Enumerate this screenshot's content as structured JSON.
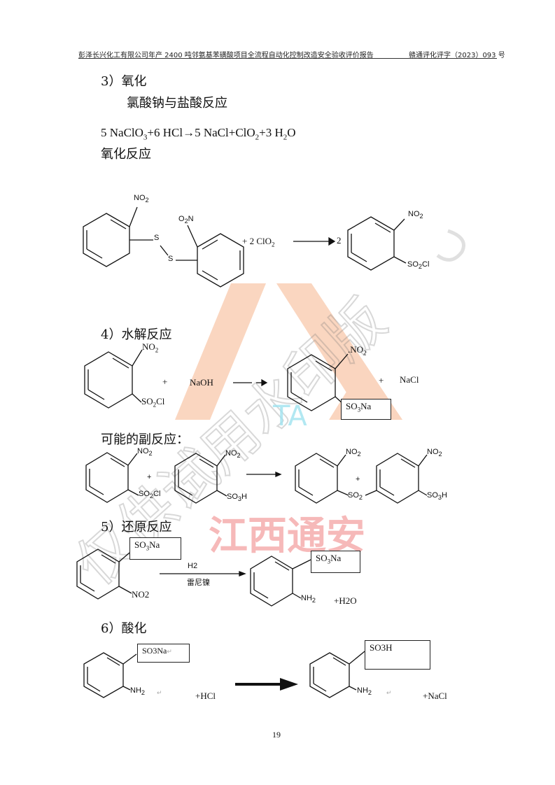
{
  "header": {
    "left": "彭泽长兴化工有限公司年产 2400 吨邻氨基苯磺酸项目全流程自动化控制改造安全验收评价报告",
    "right": "赣通评化评字（2023）093 号"
  },
  "sections": {
    "s3_title": "3）氧化",
    "s3_sub": "氯酸钠与盐酸反应",
    "s3_label": "氧化反应",
    "s4_title": "4）水解反应",
    "side_title": "可能的副反应：",
    "s5_title": "5）还原反应",
    "s6_title": "6）酸化"
  },
  "equation_chlorate": {
    "p1": "5 NaClO",
    "s1": "3",
    "p2": "+6 HCl→5 NaCl+ClO",
    "s2": "2",
    "p3": "+3 H",
    "s3": "2",
    "p4": "O"
  },
  "oxidation": {
    "no2": "NO",
    "sub2": "2",
    "o2n_o": "O",
    "o2n_rest": "N",
    "s_atom": "S",
    "plus_clo2": "+ 2 ClO",
    "coef": "2",
    "so2cl": "SO",
    "cl": "Cl"
  },
  "hydrolysis": {
    "no2": "NO",
    "sub2": "2",
    "so2cl": "SO",
    "cl": "Cl",
    "plus": "+",
    "naoh": "NaOH",
    "no2_partial": ".NO",
    "so3na_box": "SO",
    "so3na_sub": "3",
    "so3na_end": "Na",
    "nacl": "NaCl"
  },
  "side_reaction": {
    "no2": "NO",
    "sub2": "2",
    "so2cl": "SO",
    "cl": "Cl",
    "so3h": "SO",
    "sub3": "3",
    "h": "H",
    "plus": "+",
    "so2": "SO"
  },
  "reduction": {
    "box1_a": "SO",
    "box1_sub": "3",
    "box1_b": "Na",
    "no2": "NO2",
    "h2": "H2",
    "catalyst": "雷尼镍",
    "box2_a": "SO",
    "box2_sub": "3",
    "box2_b": "Na",
    "nh2": "NH",
    "sub2": "2",
    "h2o": "+H2O"
  },
  "acidification": {
    "box1": "SO3Na",
    "box1_mark": "↵",
    "nh2": "NH",
    "sub2": "2",
    "mark": "↵",
    "hcl": "+HCl",
    "box2": "SO3H",
    "nacl": "+NaCl"
  },
  "watermark": {
    "cn_company": "江西通安",
    "cn_stamp": "仅供试用水印版",
    "latin": "TA"
  },
  "footer": {
    "page_number": "19"
  },
  "colors": {
    "wm_orange": "#f6b48c",
    "wm_red": "#f08080",
    "wm_gray": "#c8c8c8",
    "wm_cyan": "#9fe3f0"
  }
}
